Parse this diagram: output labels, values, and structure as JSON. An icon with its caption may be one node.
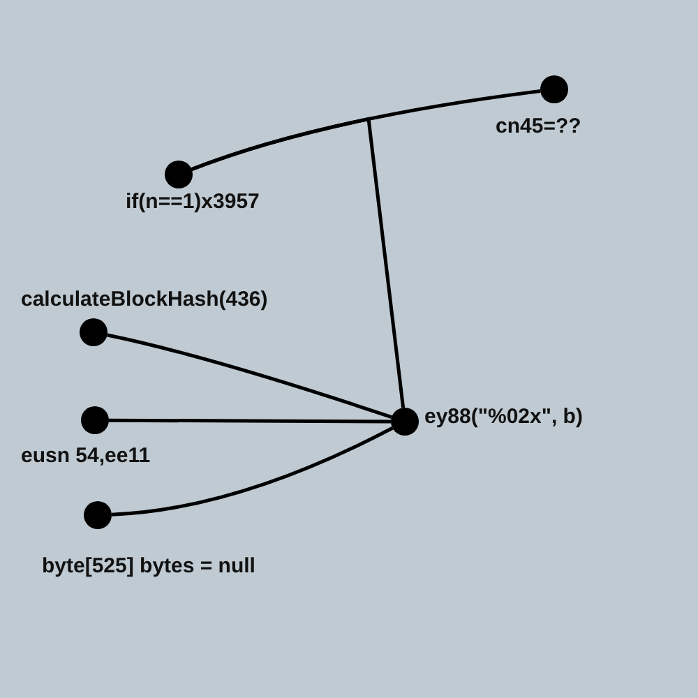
{
  "diagram": {
    "nodes": [
      {
        "text": [],
        "shape": "circle",
        "beside": [
          "if(n==1)x3957"
        ]
      },
      {
        "text": [],
        "shape": "circle",
        "beside": [
          "cn45=??"
        ]
      },
      {
        "text": [],
        "shape": "circle",
        "beside": [
          "calculateBlockHash(436)"
        ]
      },
      {
        "text": [],
        "shape": "circle",
        "beside": [
          "eusn 54,ee11"
        ]
      },
      {
        "text": [],
        "shape": "circle",
        "beside": [
          "byte[525] bytes = null"
        ]
      },
      {
        "text": [],
        "shape": "circle",
        "beside": [
          "ey88(\"%02x\", b)"
        ]
      }
    ],
    "edges": [
      {
        "from": 0,
        "to": 1,
        "arrow": "none"
      },
      {
        "from": 0,
        "to": 5,
        "arrow": "none"
      },
      {
        "from": 2,
        "to": 5,
        "arrow": "none"
      },
      {
        "from": 3,
        "to": 5,
        "arrow": "none"
      },
      {
        "from": 4,
        "to": 5,
        "arrow": "none"
      }
    ]
  }
}
